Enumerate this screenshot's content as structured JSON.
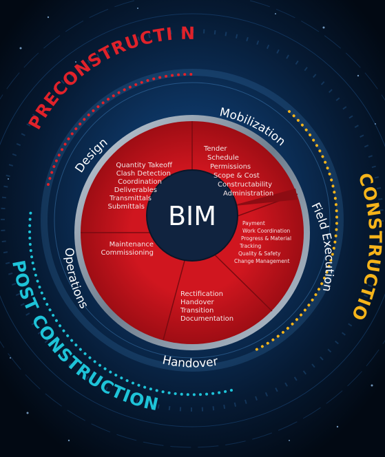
{
  "center_label": "BIM",
  "phases": {
    "preconstruction": "PRECONSTRUCTI",
    "preconstruction_tail": "N",
    "construction": "CONSTRUCTION",
    "post_construction": "POST CONSTRUCTION"
  },
  "stages": {
    "design": "Design",
    "mobilization": "Mobilization",
    "field_execution": "Field Execution",
    "handover": "Handover",
    "operations": "Operations"
  },
  "segments": {
    "design": [
      "Quantity Takeoff",
      "Clash Detection",
      "Coordination",
      "Deliverables",
      "Transmittals",
      "Submittals"
    ],
    "mobilization": [
      "Tender",
      "Schedule",
      "Permissions",
      "Scope & Cost",
      "Constructability",
      "Administration"
    ],
    "field_execution": [
      "Payment",
      "Work Coordination",
      "Progress & Material",
      "Tracking",
      "Quality & Safety",
      "Change Management"
    ],
    "handover": [
      "Rectification",
      "Handover",
      "Transition",
      "Documentation"
    ],
    "operations": [
      "Maintenance",
      "Commissioning"
    ]
  },
  "colors": {
    "preconstruction": "#e0222a",
    "construction": "#f6b41a",
    "post_construction": "#1ec3d8",
    "wheel": "#d0161f",
    "hub": "#10233f"
  }
}
